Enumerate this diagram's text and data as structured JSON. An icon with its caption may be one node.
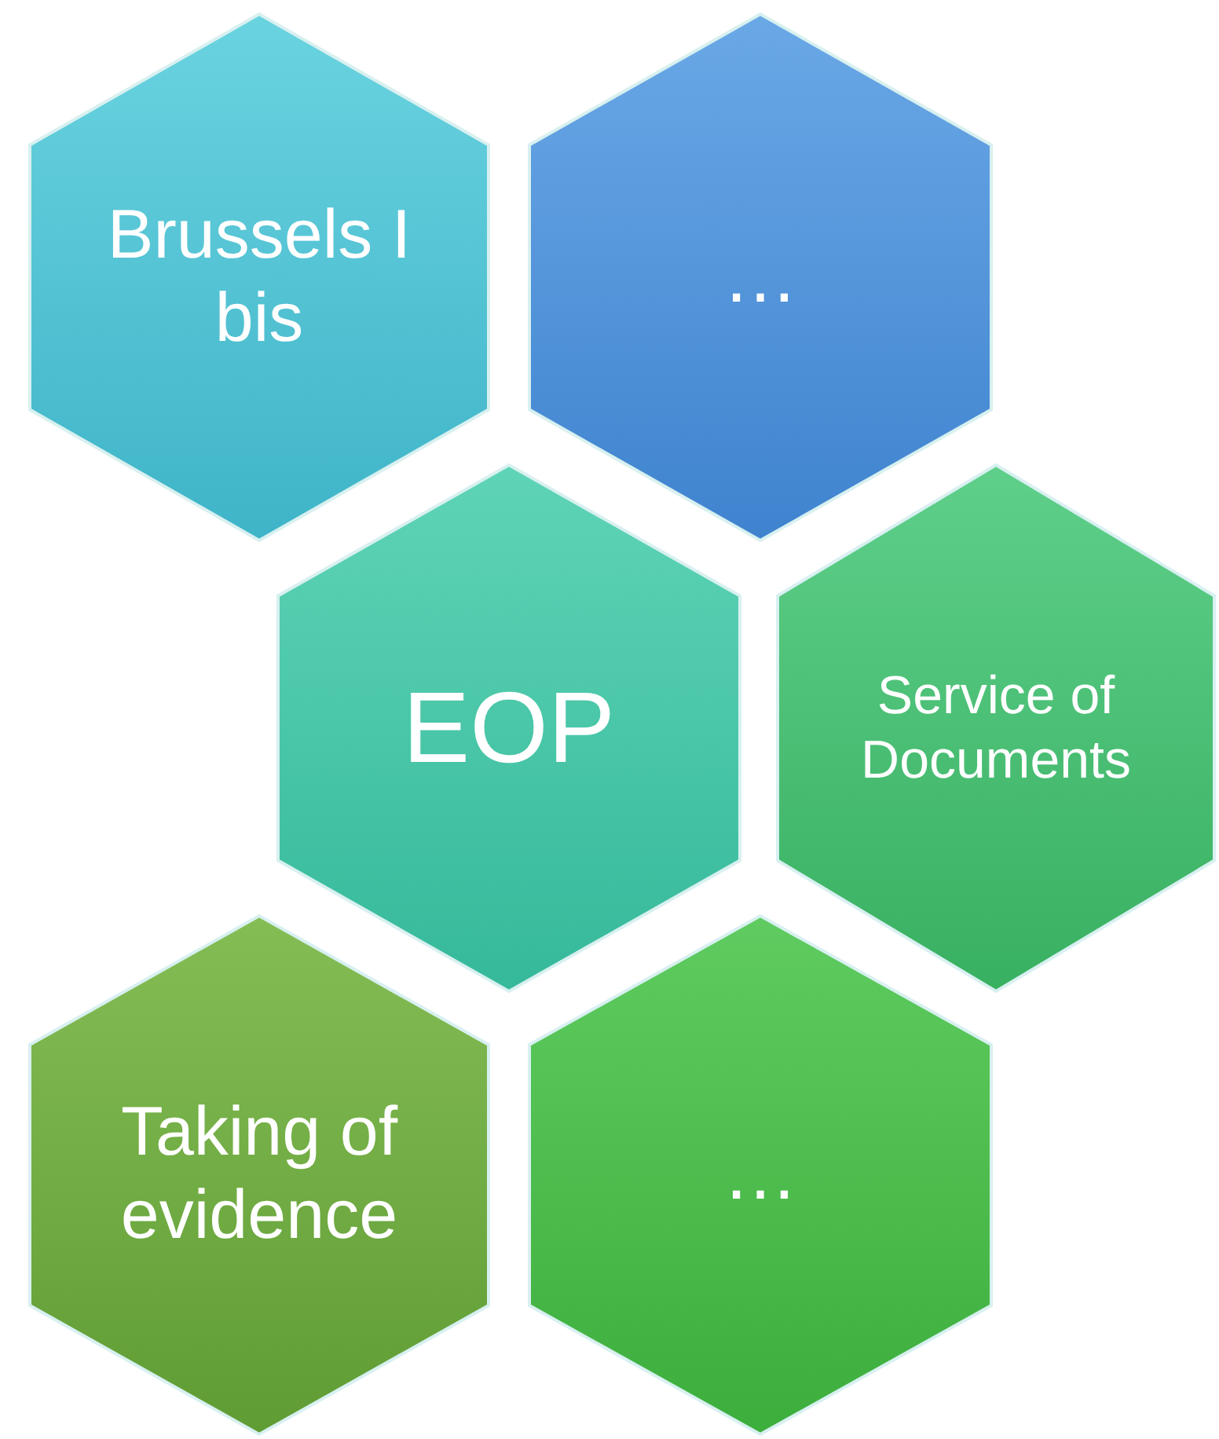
{
  "diagram": {
    "nodes": [
      {
        "text": [
          "Brussels I bis"
        ]
      },
      {
        "text": [
          "…"
        ]
      },
      {
        "text": [
          "EOP"
        ]
      },
      {
        "text": [
          "Service of Documents"
        ]
      },
      {
        "text": [
          "Taking of evidence"
        ]
      },
      {
        "text": [
          "…"
        ]
      }
    ]
  }
}
